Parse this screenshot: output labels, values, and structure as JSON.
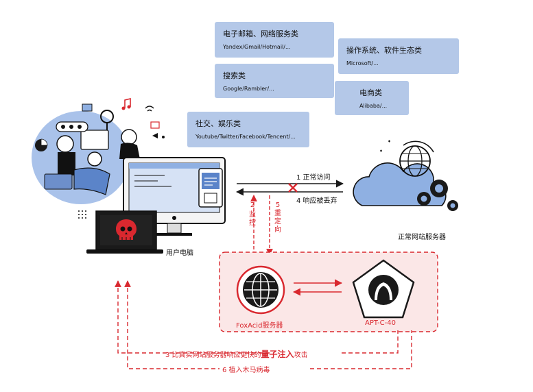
{
  "bubbles": [
    {
      "title": "电子邮箱、网络服务类",
      "sub": "Yandex/Gmail/Hotmail/..."
    },
    {
      "title": "操作系统、软件生态类",
      "sub": "Microsoft/..."
    },
    {
      "title": "搜索类",
      "sub": "Google/Rambler/..."
    },
    {
      "title": "电商类",
      "sub": "Alibaba/..."
    },
    {
      "title": "社交、娱乐类",
      "sub": "Youtube/Twitter/Facebook/Tencent/..."
    }
  ],
  "labels": {
    "normal_access": "1 正常访问",
    "response_dropped": "4 响应被丢弃",
    "monitor_num": "2",
    "monitor": "监控",
    "redirect_num": "5",
    "redirect": "重定向",
    "user_pc": "用户电脑",
    "server": "正常网站服务器",
    "foxacid": "FoxAcid服务器",
    "apt": "APT-C-40",
    "step3_pre": "3 比真实网站服务器响应更快的",
    "step3_bold": "量子注入",
    "step3_post": "攻击",
    "step6": "6 植入木马病毒"
  },
  "colors": {
    "accent_red": "#d9282f",
    "bubble_blue": "#b4c8e8",
    "light_blue": "#8fb0e2",
    "dark": "#1a1a1a"
  },
  "icons": [
    "globe-icon",
    "hacker-icon",
    "skull-icon",
    "cloud-gear-icon",
    "cross-icon"
  ]
}
